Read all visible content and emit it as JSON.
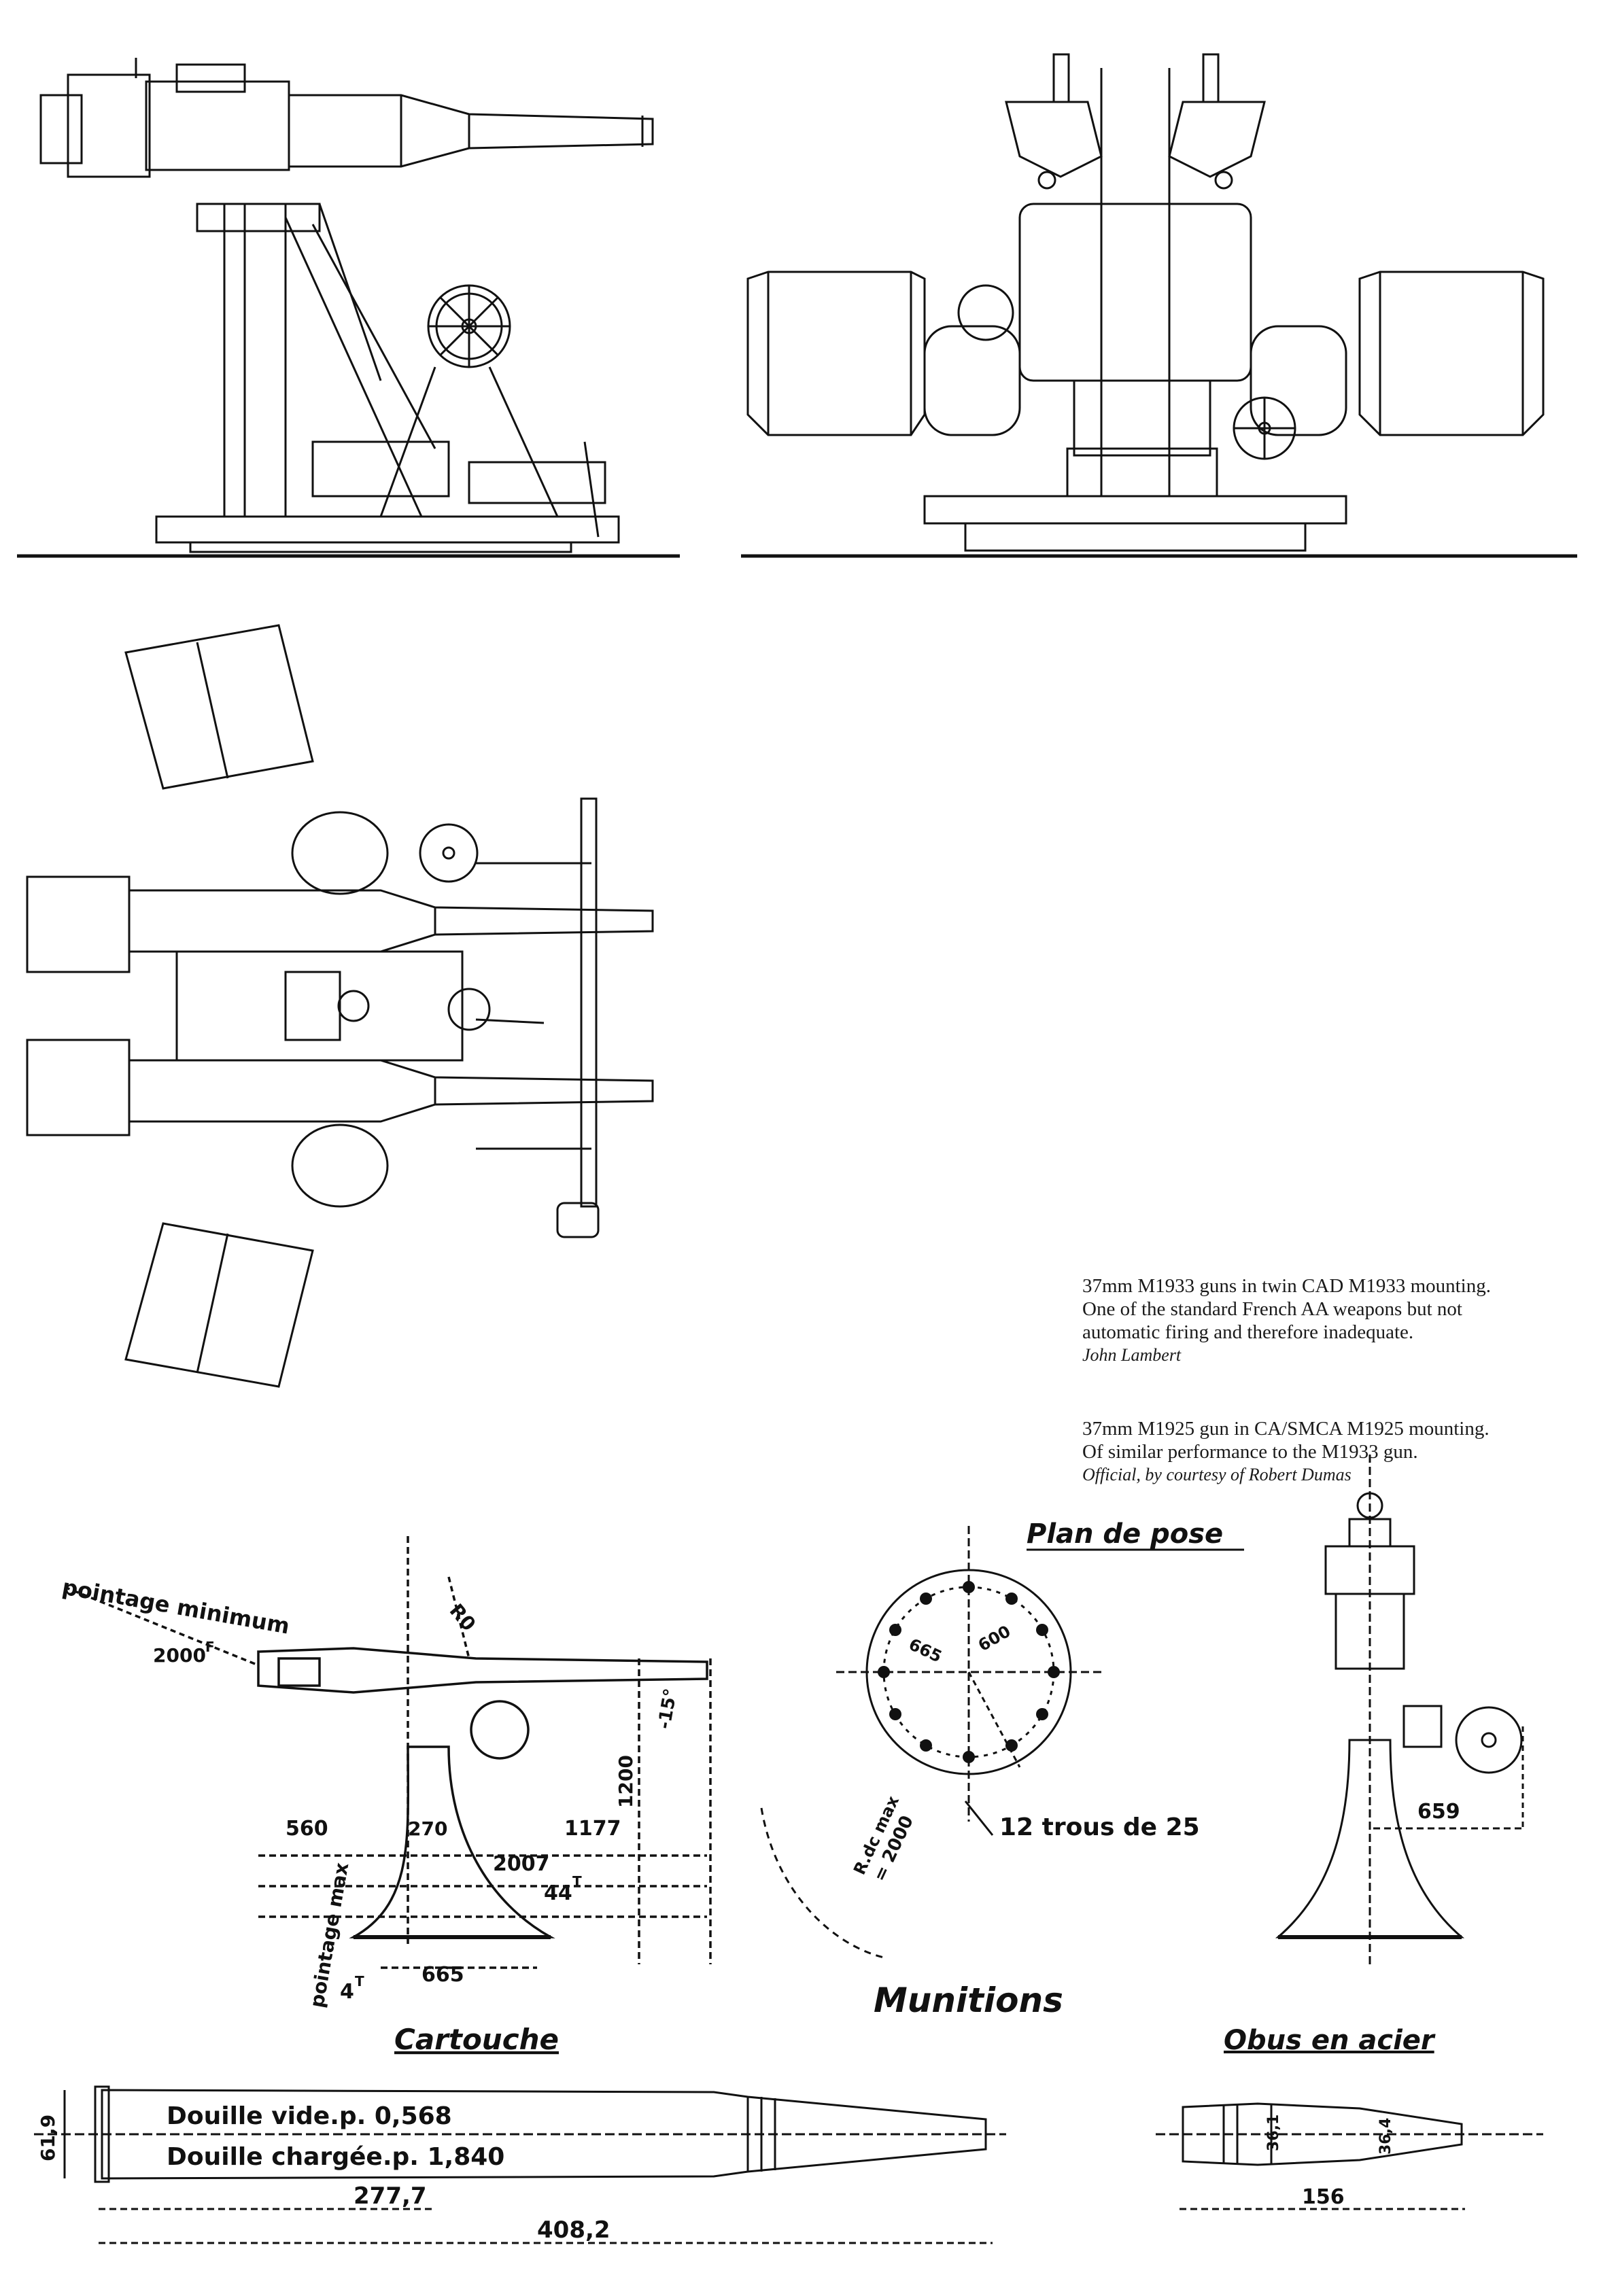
{
  "captions": {
    "first": {
      "lines": [
        "37mm M1933 guns in twin CAD M1933 mounting.",
        "One of the standard French AA weapons but not",
        "automatic firing and therefore inadequate."
      ],
      "credit": "John Lambert"
    },
    "second": {
      "lines": [
        "37mm M1925 gun in CA/SMCA M1925 mounting.",
        "Of similar performance to the M1933 gun."
      ],
      "credit": "Official, by courtesy of Robert Dumas"
    }
  },
  "drawing_labels": {
    "pointage_minimum": "pointage minimum",
    "elev_2000": "2000",
    "elev_2000_sup": "F",
    "r0": "R0",
    "angle_15": "-15°",
    "dim_1200": "1200",
    "dim_560": "560",
    "dim_270": "270",
    "dim_1177": "1177",
    "dim_2007": "2007",
    "weight_44t": "44",
    "weight_44t_sup": "T",
    "pointage_max": "pointage max",
    "weight_4t": "4",
    "weight_4t_sup": "T",
    "dim_665": "665",
    "plan_de_pose": "Plan de pose",
    "hole_665": "665",
    "hole_600": "600",
    "holes_12": "12 trous de 25",
    "rdc_max": "R.dc max",
    "rdc_2000": "= 2000",
    "dim_659": "659",
    "munitions": "Munitions",
    "cartouche": "Cartouche",
    "obus_en_acier": "Obus en acier",
    "douille_vide": "Douille vide.p. 0,568",
    "douille_chargee": "Douille chargée.p. 1,840",
    "dim_61_9": "61,9",
    "dim_277_7": "277,7",
    "dim_408_2": "408,2",
    "dim_156": "156",
    "dim_36_1": "36,1",
    "dim_36_4": "36,4"
  },
  "colors": {
    "ink": "#111111",
    "paper": "#ffffff",
    "caption": "#1a1a1a"
  }
}
